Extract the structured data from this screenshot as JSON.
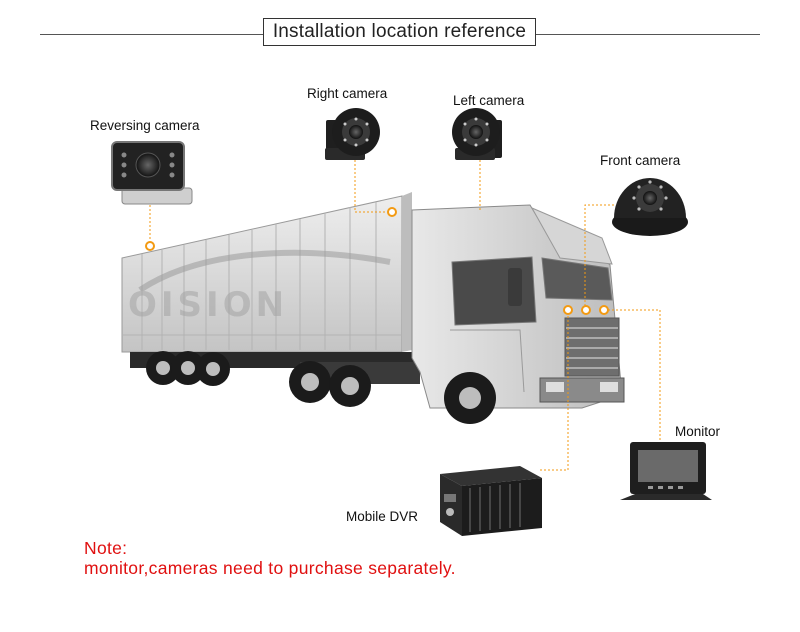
{
  "title": "Installation location reference",
  "labels": {
    "reversing": "Reversing camera",
    "right": "Right camera",
    "left": "Left camera",
    "front": "Front camera",
    "monitor": "Monitor",
    "dvr": "Mobile DVR"
  },
  "watermark": "OISION",
  "note": {
    "heading": "Note:",
    "text": "monitor,cameras need to purchase separately."
  },
  "colors": {
    "accent": "#f39a12",
    "note": "#e01010"
  }
}
